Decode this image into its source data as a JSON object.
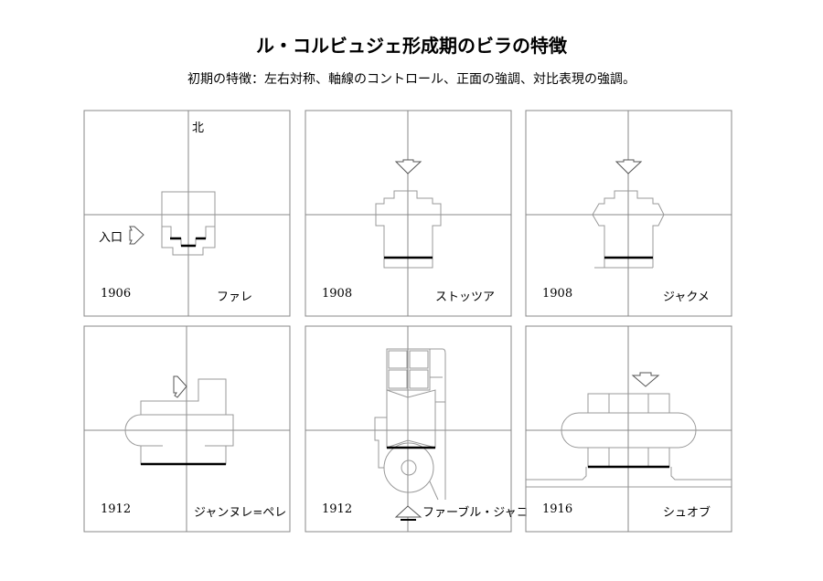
{
  "title": "ル・コルビュジェ形成期のビラの特徴",
  "subtitle": "初期の特徴：左右対称、軸線のコントロール、正面の強調、対比表現の強調。",
  "north_label": "北",
  "entrance_label": "入口",
  "villas": [
    {
      "year": "1906",
      "name": "ファレ"
    },
    {
      "year": "1908",
      "name": "ストッツア"
    },
    {
      "year": "1908",
      "name": "ジャクメ"
    },
    {
      "year": "1912",
      "name": "ジャンヌレ=ペレ"
    },
    {
      "year": "1912",
      "name": "ファーブル・ジャコ"
    },
    {
      "year": "1916",
      "name": "シュオブ"
    }
  ]
}
